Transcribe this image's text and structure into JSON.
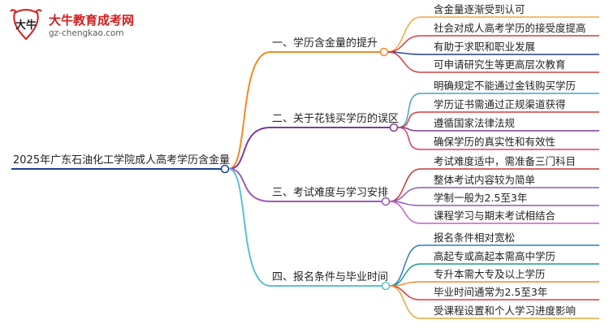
{
  "logo": {
    "icon_text": "大牛",
    "title": "大牛教育成考网",
    "url": "gz-chengkao.com"
  },
  "mindmap": {
    "root": "2025年广东石油化工学院成人高考学历含金量",
    "branches": [
      {
        "label": "一、学历含金量的提升",
        "color": "#f08a26",
        "children": [
          {
            "label": "含金量逐渐受到认可",
            "color": "#f2a93b"
          },
          {
            "label": "社会对成人高考学历的接受度提高",
            "color": "#d83b3b"
          },
          {
            "label": "有助于求职和职业发展",
            "color": "#1b3e8c"
          },
          {
            "label": "可申请研究生等更高层次教育",
            "color": "#d64040"
          }
        ]
      },
      {
        "label": "二、关于花钱买学历的误区",
        "color": "#7b3a9c",
        "children": [
          {
            "label": "明确规定不能通过金钱购买学历",
            "color": "#3fa6c9"
          },
          {
            "label": "学历证书需通过正规渠道获得",
            "color": "#d83b3b"
          },
          {
            "label": "遵循国家法律法规",
            "color": "#7b3a9c"
          },
          {
            "label": "确保学历的真实性和有效性",
            "color": "#e03a6a"
          }
        ]
      },
      {
        "label": "三、考试难度与学习安排",
        "color": "#9c5ab8",
        "children": [
          {
            "label": "考试难度适中，需准备三门科目",
            "color": "#c03a3a"
          },
          {
            "label": "整体考试内容较为简单",
            "color": "#8f58b5"
          },
          {
            "label": "学制一般为2.5至3年",
            "color": "#8f58b5"
          },
          {
            "label": "课程学习与期末考试相结合",
            "color": "#c45ec9"
          }
        ]
      },
      {
        "label": "四、报名条件与毕业时间",
        "color": "#5bc0d8",
        "children": [
          {
            "label": "报名条件相对宽松",
            "color": "#2e7bbf"
          },
          {
            "label": "高起专或高起本需高中学历",
            "color": "#1e9a8d"
          },
          {
            "label": "专升本需大专及以上学历",
            "color": "#f08a26"
          },
          {
            "label": "毕业时间通常为2.5至3年",
            "color": "#e03a3a"
          },
          {
            "label": "受课程设置和个人学习进度影响",
            "color": "#e8a53b"
          }
        ]
      }
    ]
  }
}
